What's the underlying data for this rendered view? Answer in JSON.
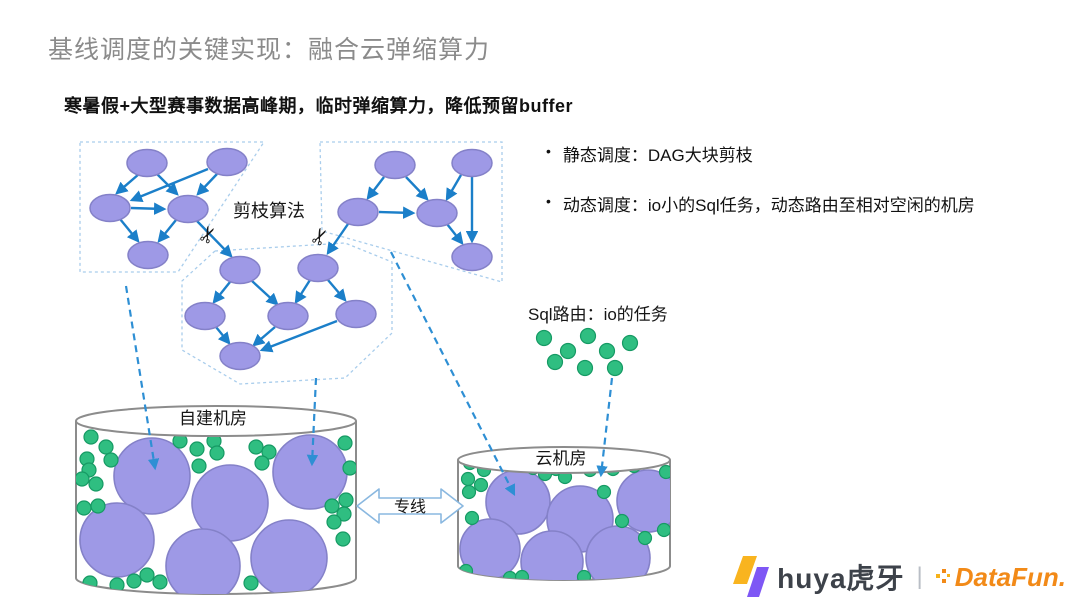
{
  "slide": {
    "title": "基线调度的关键实现：融合云弹缩算力",
    "subtitle": "寒暑假+大型赛事数据高峰期，临时弹缩算力，降低预留buffer"
  },
  "bullets": [
    {
      "label": "静态调度：DAG大块剪枝"
    },
    {
      "label": "动态调度：io小的Sql任务，动态路由至相对空闲的机房"
    }
  ],
  "icons": {
    "bullet": "•",
    "scissors": "✂"
  },
  "diagram": {
    "pruning_label": "剪枝算法",
    "sql_route_label": "Sql路由：io的任务",
    "datacenter_left_label": "自建机房",
    "datacenter_right_label": "云机房",
    "link_label": "专线",
    "dag_clusters": [
      {
        "position": "top-left",
        "node_count": 5
      },
      {
        "position": "top-right",
        "node_count": 5
      },
      {
        "position": "bottom-middle",
        "node_count": 6
      }
    ],
    "cut_edge_count": 2,
    "datacenters": [
      {
        "label": "自建机房",
        "large_task_count": 6
      },
      {
        "label": "云机房",
        "large_task_count": 6
      }
    ]
  },
  "footer": {
    "huya_text": "huya虎牙",
    "separator": "|",
    "datafun_text": "DataFun."
  },
  "colors": {
    "title_gray": "#8b8b8b",
    "node_purple": "#9e99e6",
    "node_border": "#8481c8",
    "arrow_blue": "#1b7fc9",
    "dashed_blue": "#2e8fd4",
    "cluster_border": "#a9cdec",
    "task_green": "#2fbe81",
    "task_green_border": "#169a64",
    "cylinder_border": "#8c8c8c",
    "huya_yellow": "#f9b41f",
    "huya_purple": "#7e57f5",
    "datafun_orange": "#f28a18"
  }
}
